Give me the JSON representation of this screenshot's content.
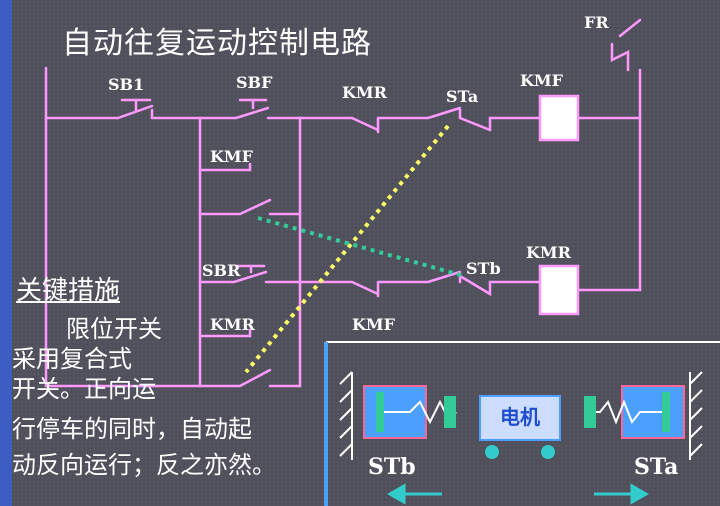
{
  "title": "自动往复运动控制电路",
  "labels": {
    "sb1": "SB1",
    "sbf": "SBF",
    "kmr_top": "KMR",
    "sta_top": "STa",
    "kmf_coil": "KMF",
    "fr": "FR",
    "kmf_self": "KMF",
    "sbr": "SBR",
    "stb_mid": "STb",
    "kmr_coil": "KMR",
    "kmr_self": "KMR",
    "kmf_inter": "KMF"
  },
  "notes": {
    "heading": "关键措施",
    "lines": [
      "限位开关",
      "采用复合式",
      "开关。正向运",
      "行停车的同时，自动起",
      "动反向运行；反之亦然。"
    ]
  },
  "mechanism": {
    "motor": "电机",
    "left_switch": "STb",
    "right_switch": "STa"
  },
  "colors": {
    "wire": "#ff99ff",
    "link_yellow": "#ffff66",
    "link_green": "#33cc99",
    "arrow": "#33cccc",
    "rail": "#4a9fff",
    "background": "#50505c"
  }
}
